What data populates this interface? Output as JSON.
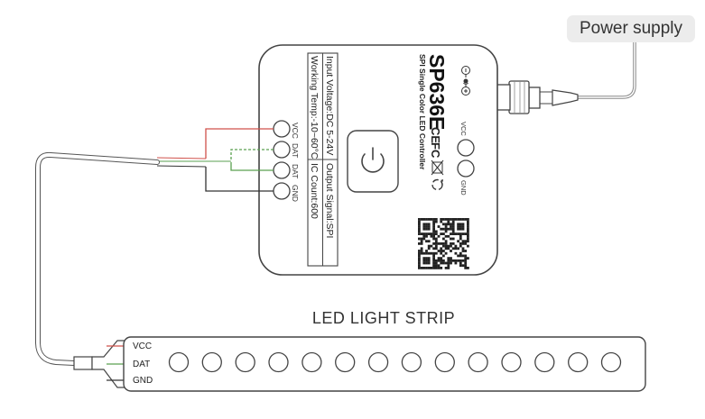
{
  "power_supply_label": "Power supply",
  "strip": {
    "title": "LED LIGHT STRIP",
    "pins": [
      "VCC",
      "DAT",
      "GND"
    ],
    "led_count": 14
  },
  "controller": {
    "model": "SP636E",
    "subtitle": "SPI Single Color LED Controller",
    "specs_col1": [
      "Input Voltage:DC 5-24V",
      "Working Temp:-10~60°C"
    ],
    "specs_col2": [
      "Output Signal:SPI",
      "IC Count:600"
    ],
    "left_terminals": [
      "VCC",
      "DAT",
      "DAT",
      "GND"
    ],
    "right_terminals": [
      "VCC",
      "GND"
    ],
    "cert_marks": [
      "CE",
      "FC"
    ],
    "polarity": {
      "negative": "⊖",
      "positive": "⊕"
    }
  },
  "colors": {
    "vcc_wire": "#d0504a",
    "dat_wire": "#5aa050",
    "gnd_wire": "#333333",
    "outline": "#444444"
  },
  "icons": [
    "power-button-icon",
    "qr-code-icon",
    "recycle-icon",
    "dc-plug-icon",
    "certification-marks-icon"
  ]
}
